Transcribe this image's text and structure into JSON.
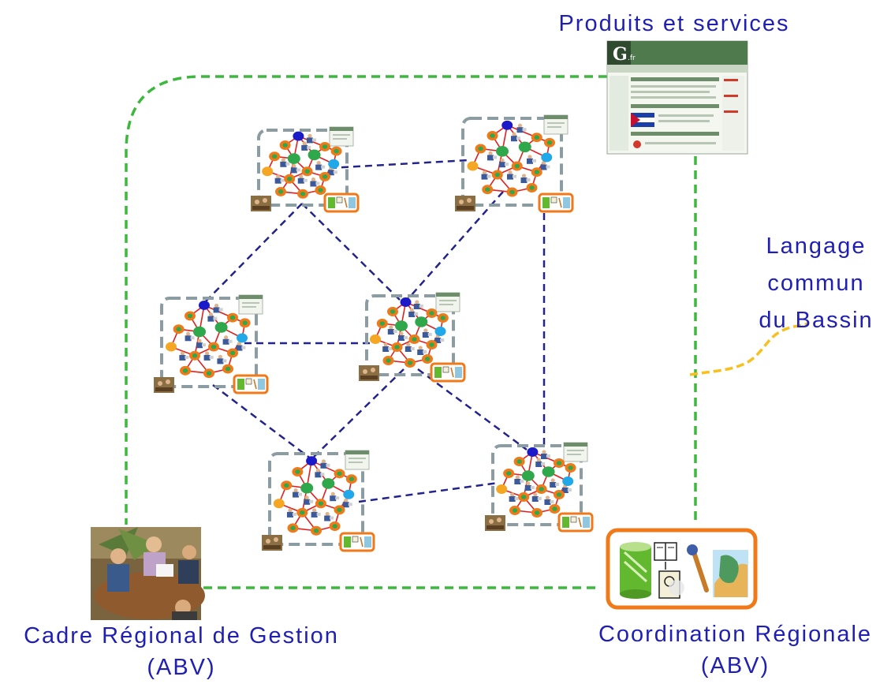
{
  "labels": {
    "products_services": "Produits et services",
    "common_language_1": "Langage",
    "common_language_2": "commun",
    "common_language_3": "du Bassin",
    "management_framework": "Cadre Régional de Gestion",
    "management_framework_org": "(ABV)",
    "regional_coordination": "Coordination Régionale",
    "regional_coordination_org": "(ABV)"
  },
  "colors": {
    "text": "#1f1fb4",
    "outer_boundary": "#3cb83c",
    "network_links": "#23238c",
    "cluster_border": "#8c9ca3",
    "node_orange": "#f07a1a",
    "node_green": "#2ea84a",
    "node_blue": "#1a1ac8",
    "node_cyan": "#20a8e8",
    "node_yellow": "#f5a623",
    "edges": "#e02020",
    "language_curve": "#f5c020"
  },
  "icons": [
    "website-thumbnail-icon",
    "meeting-photo-icon",
    "database-icon",
    "book-icon",
    "wrench-icon",
    "map-icon",
    "person-icon"
  ]
}
